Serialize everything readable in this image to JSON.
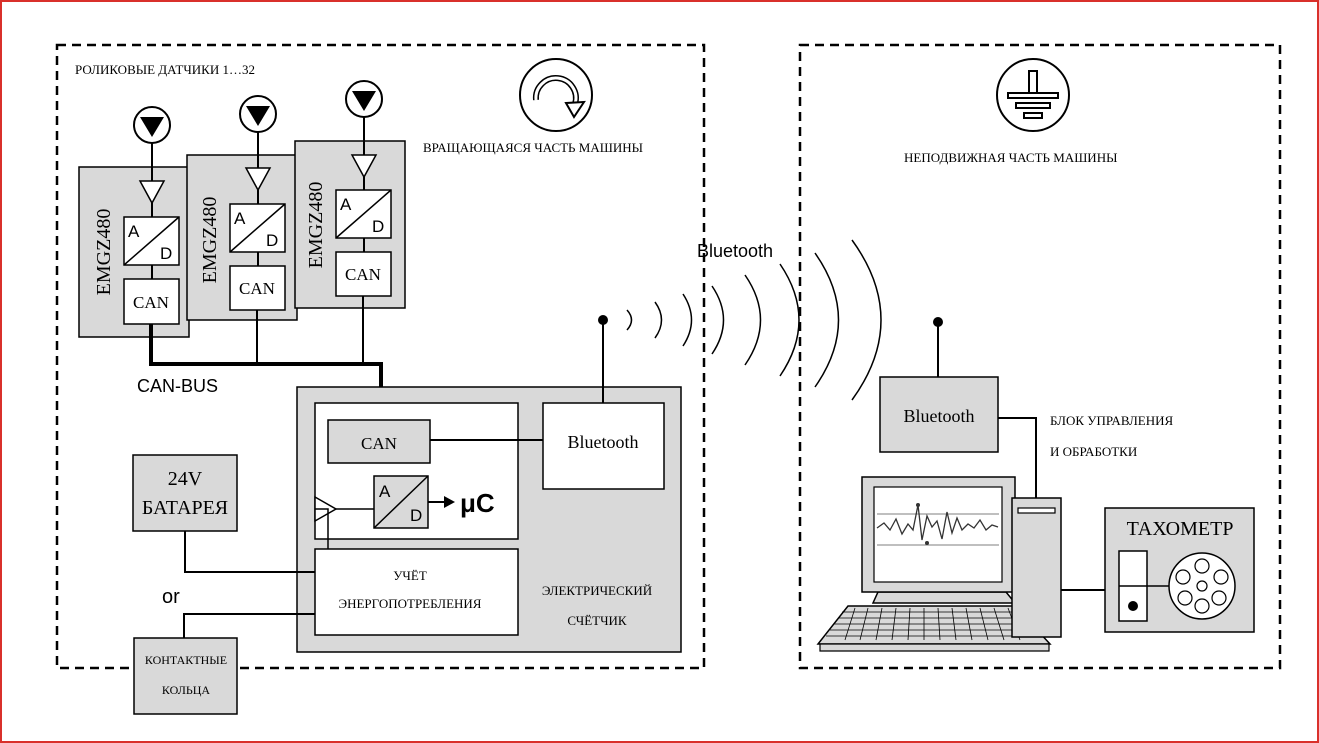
{
  "colors": {
    "frame_border": "#d9302b",
    "box_fill": "#d9d9d9",
    "line": "#000000",
    "background": "#ffffff"
  },
  "rotating_zone": {
    "sensors_title": "РОЛИКОВЫЕ ДАТЧИКИ 1…32",
    "zone_label": "ВРАЩАЮЩАЯСЯ ЧАСТЬ МАШИНЫ",
    "rotation_icon": "rotation-arrow-icon",
    "sensor_units": [
      {
        "model": "EMGZ480",
        "adc_top": "A",
        "adc_bottom": "D",
        "can": "CAN"
      },
      {
        "model": "EMGZ480",
        "adc_top": "A",
        "adc_bottom": "D",
        "can": "CAN"
      },
      {
        "model": "EMGZ480",
        "adc_top": "A",
        "adc_bottom": "D",
        "can": "CAN"
      }
    ],
    "can_bus_label": "CAN-BUS",
    "battery": {
      "line1": "24V",
      "line2": "БАТАРЕЯ"
    },
    "or_label": "or",
    "slip_rings": {
      "line1": "КОНТАКТНЫЕ",
      "line2": "КОЛЬЦА"
    },
    "meter": {
      "can": "CAN",
      "bluetooth": "Bluetooth",
      "adc_top": "A",
      "adc_bottom": "D",
      "mcu": "μC",
      "energy_line1": "УЧЁТ",
      "energy_line2": "ЭНЕРГОПОТРЕБЛЕНИЯ",
      "label_line1": "ЭЛЕКТРИЧЕСКИЙ",
      "label_line2": "СЧЁТЧИК"
    }
  },
  "wireless": {
    "label": "Bluetooth"
  },
  "stationary_zone": {
    "zone_label": "НЕПОДВИЖНАЯ ЧАСТЬ МАШИНЫ",
    "ground_icon": "ground-symbol-icon",
    "bluetooth": "Bluetooth",
    "control_line1": "БЛОК УПРАВЛЕНИЯ",
    "control_line2": "И ОБРАБОТКИ",
    "tachometer": "ТАХОМЕТР"
  }
}
